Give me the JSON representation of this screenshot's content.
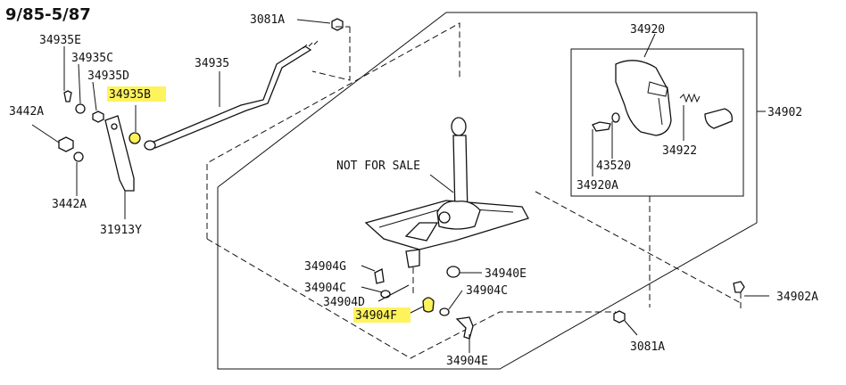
{
  "title": "9/85-5/87",
  "note": "NOT FOR SALE",
  "highlight_color": "#fff35c",
  "labels": {
    "p3081a_top": "3081A",
    "p34935e": "34935E",
    "p34935c": "34935C",
    "p34935d": "34935D",
    "p34935": "34935",
    "p34935b": "34935B",
    "p3442a_top": "3442A",
    "p3442a_bot": "3442A",
    "p31913y": "31913Y",
    "p34920": "34920",
    "p34902": "34902",
    "p43520": "43520",
    "p34922": "34922",
    "p34920a": "34920A",
    "p34904g": "34904G",
    "p34940e": "34940E",
    "p34904c_left": "34904C",
    "p34904c_right": "34904C",
    "p34904d": "34904D",
    "p34904f": "34904F",
    "p34902a": "34902A",
    "p3081a_bot": "3081A",
    "p34904e": "34904E"
  }
}
